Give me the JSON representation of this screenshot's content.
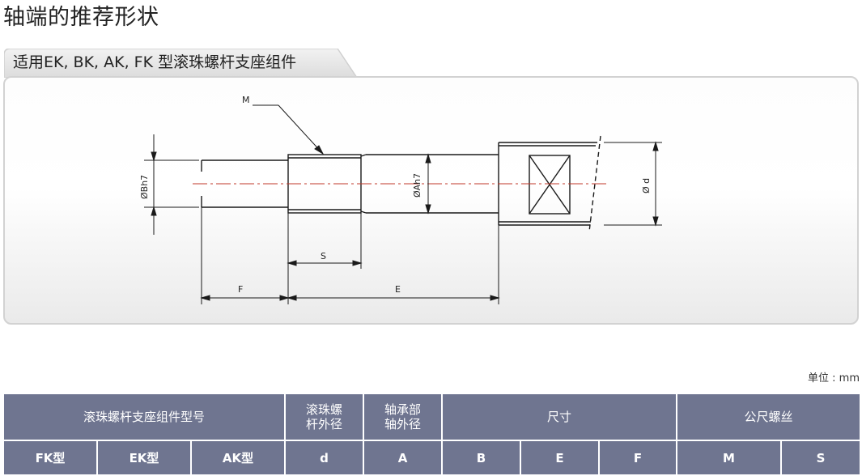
{
  "page_title": "轴端的推荐形状",
  "tab_label": "适用EK, BK, AK, FK 型滚珠螺杆支座组件",
  "drawing": {
    "labels": {
      "m": "M",
      "bh7": "ØBh7",
      "ah7": "ØAh7",
      "d": "Ø d",
      "s": "S",
      "f": "F",
      "e": "E"
    },
    "colors": {
      "line": "#1a1a1a",
      "center": "#c0392b"
    }
  },
  "unit_label": "单位 : mm",
  "table": {
    "header_row1": {
      "model_group": "滚珠螺杆支座组件型号",
      "screw_od": "滚珠螺\n杆外径",
      "bearing_od": "轴承部\n轴外径",
      "dimensions": "尺寸",
      "metric_thread": "公尺螺丝"
    },
    "header_row2": [
      "FK型",
      "EK型",
      "AK型",
      "d",
      "A",
      "B",
      "E",
      "F",
      "M",
      "S"
    ],
    "header_color": "#6f7590"
  }
}
